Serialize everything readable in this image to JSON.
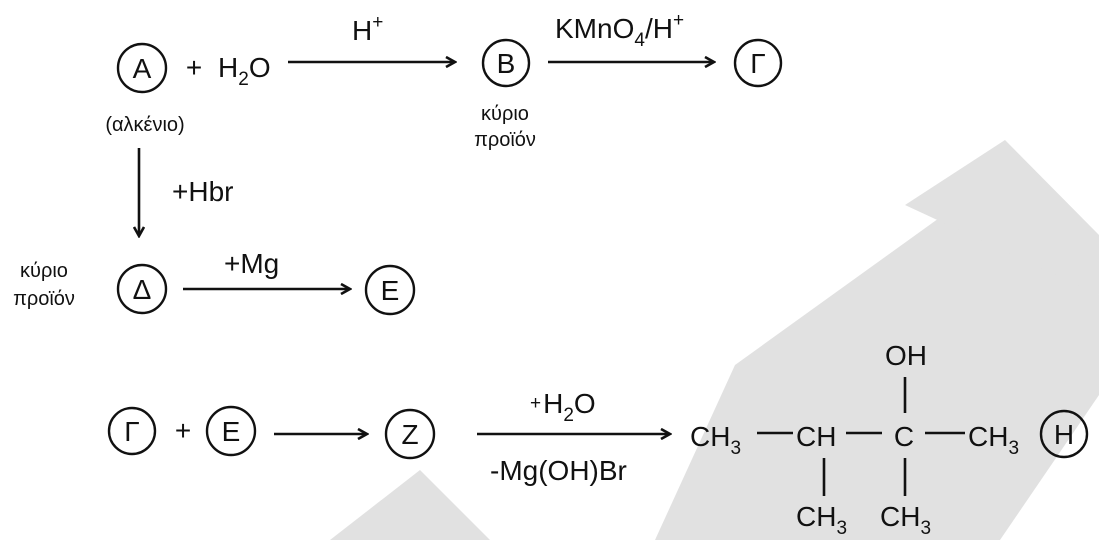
{
  "reaction1": {
    "node_a": "A",
    "plus": "+",
    "water": "H",
    "water_sub": "2",
    "water_tail": "O",
    "arrow_label": "H",
    "arrow_label_sup": "+",
    "node_b": "B",
    "alkene_note": "(αλκένιο)",
    "main_product_line1": "κύριο",
    "main_product_line2": "προϊόν"
  },
  "reaction2": {
    "arrow_label_a": "KMnO",
    "arrow_label_sub": "4",
    "arrow_label_b": "/H",
    "arrow_label_sup": "+",
    "node_g": "Γ"
  },
  "reaction3": {
    "arrow_label": "+Hbr",
    "note_line1": "κύριο",
    "note_line2": "προϊόν",
    "node_d": "Δ"
  },
  "reaction4": {
    "arrow_label": "+Mg",
    "node_e": "E"
  },
  "reaction5": {
    "node_g": "Γ",
    "plus": "+",
    "node_e": "E",
    "node_z": "Z",
    "top_label_plus": "+",
    "top_label_h": "H",
    "top_label_sub": "2",
    "top_label_o": "O",
    "bottom_label": "-Mg(OH)Br"
  },
  "product": {
    "oh": "OH",
    "ch": "CH",
    "c": "C",
    "ch3_symbol": "CH",
    "ch3_sub": "3",
    "node_h": "H"
  },
  "colors": {
    "ink": "#111111",
    "watermark": "#e1e1e1"
  }
}
